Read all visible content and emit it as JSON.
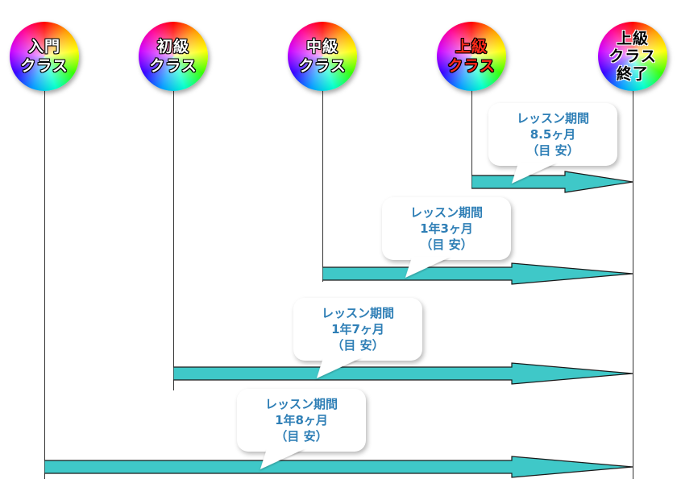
{
  "stages": [
    {
      "id": "nyumon",
      "lines": [
        "入門",
        "クラス"
      ],
      "style": "white"
    },
    {
      "id": "shokyu",
      "lines": [
        "初級",
        "クラス"
      ],
      "style": "white"
    },
    {
      "id": "chukyu",
      "lines": [
        "中級",
        "クラス"
      ],
      "style": "white"
    },
    {
      "id": "jokyu",
      "lines": [
        "上級",
        "クラス"
      ],
      "style": "red"
    },
    {
      "id": "jokyu-shuryo",
      "lines": [
        "上級",
        "クラス",
        "終了"
      ],
      "style": "dark"
    }
  ],
  "durations": [
    {
      "from": "jokyu",
      "to": "jokyu-shuryo",
      "lines": [
        "レッスン期間",
        "8.5ヶ月",
        "（目 安）"
      ]
    },
    {
      "from": "chukyu",
      "to": "jokyu-shuryo",
      "lines": [
        "レッスン期間",
        "1年3ヶ月",
        "（目 安）"
      ]
    },
    {
      "from": "shokyu",
      "to": "jokyu-shuryo",
      "lines": [
        "レッスン期間",
        "1年7ヶ月",
        "（目 安）"
      ]
    },
    {
      "from": "nyumon",
      "to": "jokyu-shuryo",
      "lines": [
        "レッスン期間",
        "1年8ヶ月",
        "（目 安）"
      ]
    }
  ],
  "colors": {
    "arrow_fill": "#3fc8c8",
    "arrow_stroke": "#1a1a1a",
    "bubble_text": "#2f7fb6",
    "stage_label_red": "#ff2a1a"
  }
}
